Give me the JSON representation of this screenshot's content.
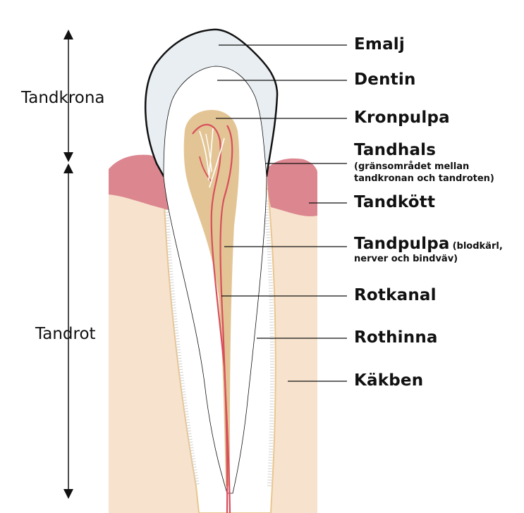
{
  "labels": {
    "emalj": "Emalj",
    "dentin": "Dentin",
    "kronpulpa": "Kronpulpa",
    "tandhals": "Tandhals",
    "tandhals_note_1": "(gränsområdet mellan",
    "tandhals_note_2": "tandkronan och tandroten)",
    "tandkott": "Tandkött",
    "tandpulpa": "Tandpulpa",
    "tandpulpa_note_1": "(blodkärl,",
    "tandpulpa_note_2": "nerver och bindväv)",
    "rotkanal": "Rotkanal",
    "rothinna": "Rothinna",
    "kakben": "Käkben"
  },
  "side_labels": {
    "crown": "Tandkrona",
    "root": "Tandrot"
  },
  "colors": {
    "bone": "#f7e3cd",
    "gum": "#dc8690",
    "enamel": "#e9eef2",
    "dentin": "#ffffff",
    "pulp": "#e3c595",
    "vessel": "#d84f5c",
    "outline": "#111111"
  }
}
